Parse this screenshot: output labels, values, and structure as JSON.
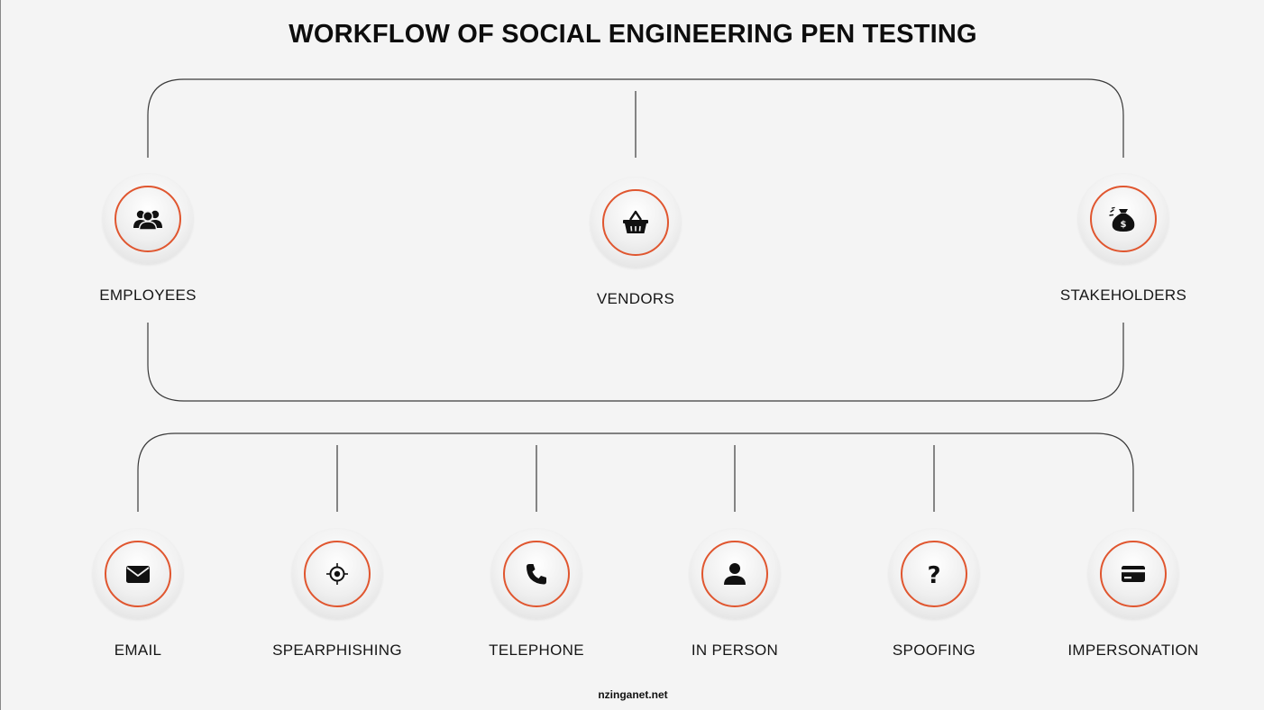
{
  "title": "WORKFLOW OF SOCIAL ENGINEERING PEN TESTING",
  "targets": [
    {
      "label": "EMPLOYEES",
      "icon": "employees-group-icon"
    },
    {
      "label": "VENDORS",
      "icon": "shopping-basket-icon"
    },
    {
      "label": "STAKEHOLDERS",
      "icon": "money-bag-icon"
    }
  ],
  "methods": [
    {
      "label": "EMAIL",
      "icon": "envelope-icon"
    },
    {
      "label": "SPEARPHISHING",
      "icon": "target-crosshair-icon"
    },
    {
      "label": "TELEPHONE",
      "icon": "phone-icon"
    },
    {
      "label": "IN PERSON",
      "icon": "person-icon"
    },
    {
      "label": "SPOOFING",
      "icon": "question-mark-icon"
    },
    {
      "label": "IMPERSONATION",
      "icon": "id-card-icon"
    }
  ],
  "footer": "nzinganet.net",
  "colors": {
    "accent_ring": "#e0562f",
    "line": "#3a3a3a",
    "background": "#f4f4f4"
  }
}
